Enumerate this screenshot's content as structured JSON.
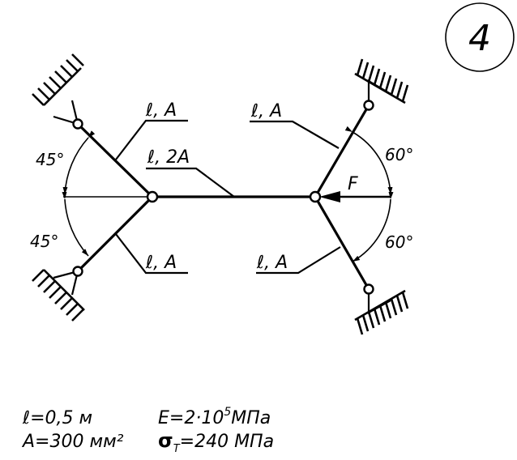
{
  "problem_number": "4",
  "members": [
    {
      "id": "top-left",
      "label": "ℓ, A"
    },
    {
      "id": "middle",
      "label": "ℓ, 2A"
    },
    {
      "id": "bottom-left",
      "label": "ℓ, A"
    },
    {
      "id": "top-right",
      "label": "ℓ, A"
    },
    {
      "id": "bottom-right",
      "label": "ℓ, A"
    }
  ],
  "angles": {
    "left_top": "45°",
    "left_bottom": "45°",
    "right_top": "60°",
    "right_bottom": "60°"
  },
  "force": {
    "label": "F",
    "direction": "left"
  },
  "given": {
    "length": "ℓ=0,5 м",
    "area": "A=300 мм²",
    "modulus_prefix": "E=2·10",
    "modulus_exp": "5",
    "modulus_unit": "МПа",
    "yield_symbol": "σ",
    "yield_sub": "Т",
    "yield_value": "=240 МПа"
  }
}
